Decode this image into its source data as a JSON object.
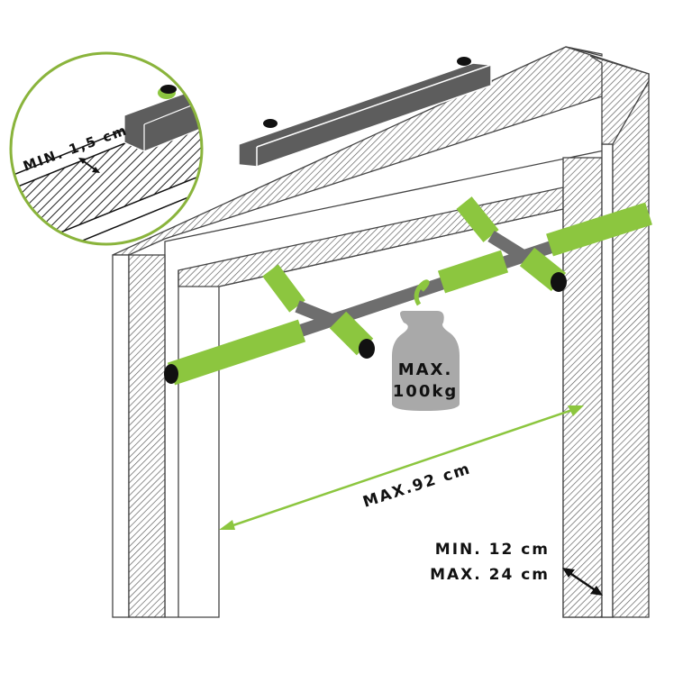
{
  "labels": {
    "detail_min_clearance": "MIN. 1,5 cm",
    "weight_line1": "MAX.",
    "weight_line2": "100kg",
    "max_width": "MAX.92 cm",
    "min_depth": "MIN. 12 cm",
    "max_depth": "MAX. 24 cm"
  },
  "colors": {
    "accent_green": "#8cc63f",
    "circle_green": "#8ab43c",
    "bar_gray": "#6e6e6e",
    "weight_gray": "#a9a9a9",
    "block_gray": "#5d5d5d"
  }
}
